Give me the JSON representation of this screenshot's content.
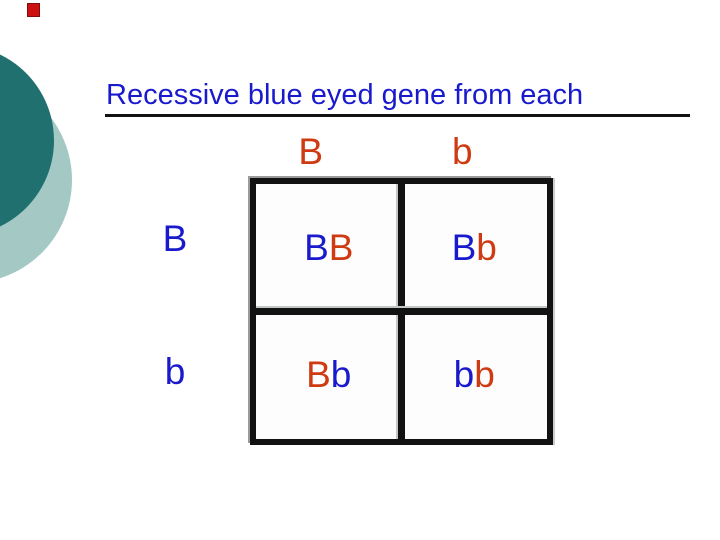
{
  "slide": {
    "title": "Recessive blue eyed gene from each"
  },
  "decorations": {
    "corner_square_color": "#cc1111",
    "dark_circle_color": "#20706f",
    "light_circle_color": "#a4c9c5"
  },
  "colors": {
    "title_blue": "#1a1acd",
    "allele_blue": "#1a1acd",
    "allele_red": "#ce3a12",
    "line_black": "#121212"
  },
  "punnett": {
    "col_headers": [
      {
        "label": "B",
        "color": "#ce3a12"
      },
      {
        "label": "b",
        "color": "#ce3a12"
      }
    ],
    "row_headers": [
      {
        "label": "B",
        "color": "#1a1acd"
      },
      {
        "label": "b",
        "color": "#1a1acd"
      }
    ],
    "cells": [
      {
        "genotype": "BB",
        "alleles": [
          {
            "text": "B",
            "color": "#1a1acd"
          },
          {
            "text": "B",
            "color": "#ce3a12"
          }
        ]
      },
      {
        "genotype": "Bb",
        "alleles": [
          {
            "text": "B",
            "color": "#1a1acd"
          },
          {
            "text": "b",
            "color": "#ce3a12"
          }
        ]
      },
      {
        "genotype": "Bb",
        "alleles": [
          {
            "text": "B",
            "color": "#ce3a12"
          },
          {
            "text": "b",
            "color": "#1a1acd"
          }
        ]
      },
      {
        "genotype": "bb",
        "alleles": [
          {
            "text": "b",
            "color": "#1a1acd"
          },
          {
            "text": "b",
            "color": "#ce3a12"
          }
        ]
      }
    ]
  }
}
